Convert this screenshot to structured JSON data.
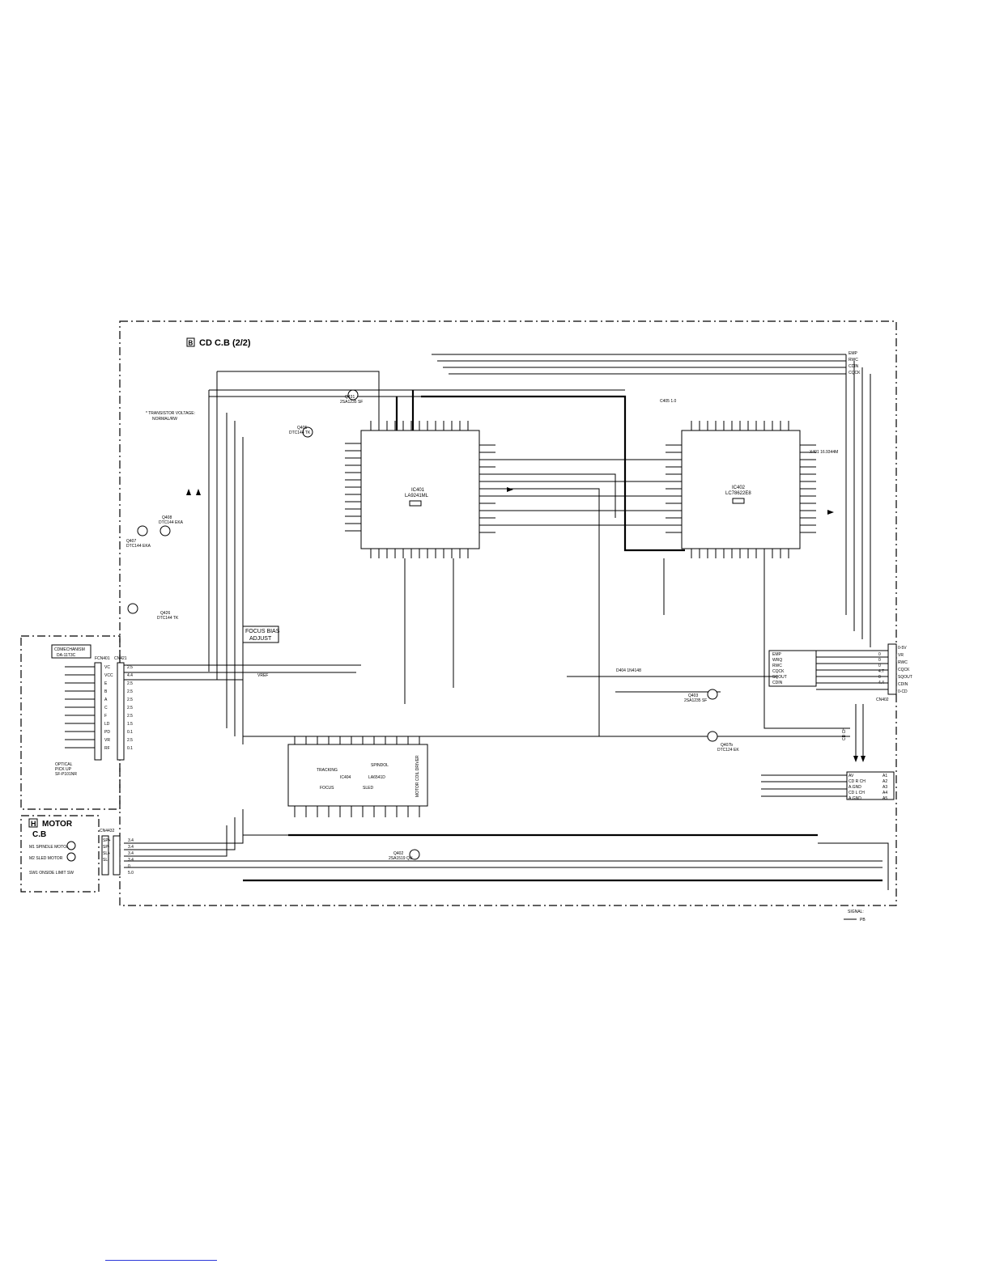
{
  "board": {
    "letter": "B",
    "title": "CD C.B  (2/2)"
  },
  "note": {
    "line1": "* TRANSISTOR VOLTAGE:",
    "line2": "NORMAL/RW"
  },
  "focus_box": {
    "line1": "FOCUS BIAS",
    "line2": "ADJUST"
  },
  "ic401": {
    "ref": "IC401",
    "part": "LA9241ML"
  },
  "ic402": {
    "ref": "IC402",
    "part": "LC78622E8"
  },
  "ic404": {
    "ref": "IC404",
    "part": "LA6541D",
    "labels": [
      "TRACKING",
      "FOCUS",
      "SLED",
      "SPINDOL",
      "MOTOR COIL DRIVER"
    ]
  },
  "transistors": [
    {
      "ref": "Q408",
      "part": "DTC144 EKA"
    },
    {
      "ref": "Q407",
      "part": "DTC144 EKA"
    },
    {
      "ref": "Q426",
      "part": "DTC144 TK"
    },
    {
      "ref": "Q405",
      "part": "DTC144 TK"
    },
    {
      "ref": "Q431",
      "part": "2SA1235 SF"
    },
    {
      "ref": "Q403",
      "part": "2SA1235 SF"
    },
    {
      "ref": "Q402",
      "part": "2SA1519 QU"
    },
    {
      "ref": "Q407b",
      "part": "DTC124 EK"
    }
  ],
  "left_block": {
    "title1": "CDMECHANISM",
    "title2": "DA-11T3C",
    "pickup1": "OPTICAL",
    "pickup2": "PICK UP",
    "pickup3": "SF-P101NR",
    "conn1": "FCN401",
    "conn2": "CN421",
    "pins": [
      "VC",
      "VCC",
      "E",
      "B",
      "A",
      "C",
      "F",
      "LD",
      "PD",
      "VR",
      "RF"
    ],
    "volts": [
      "2.5",
      "4.4",
      "2.5",
      "2.5",
      "2.5",
      "2.5",
      "2.5",
      "1.5",
      "0.1",
      "2.5",
      "0.1"
    ]
  },
  "motor_block": {
    "letter": "H",
    "title": "MOTOR",
    "sub": "C.B",
    "conn": "CN4432",
    "m1": "M1 SPINDLE MOTOR",
    "m2": "M2 SLED MOTOR",
    "sw": "SW1 ONSIDE LIMIT SW",
    "pins": [
      "SP+",
      "SP-",
      "SL+",
      "SL-"
    ],
    "volts": [
      "3.4",
      "3.4",
      "3.4",
      "3.4",
      "0",
      "5.0"
    ]
  },
  "right_conn": {
    "ref": "CN402",
    "names": [
      "EMP",
      "WRQ",
      "RWC",
      "CQCK",
      "SQOUT",
      "CDIN"
    ],
    "volts": [
      "0",
      "0",
      "0",
      "4.7",
      "0",
      "4.4"
    ],
    "labels": [
      "0-5V",
      "VR",
      "RWC",
      "CQCK",
      "SQOUT",
      "CDIN",
      "0-CD"
    ]
  },
  "audio_conn": {
    "labels": [
      "AV",
      "CD R CH",
      "A.GND",
      "CD L CH",
      "A.GND"
    ],
    "pins": [
      "A1",
      "A2",
      "A3",
      "A4",
      "A5"
    ]
  },
  "top_signals": [
    "EMP",
    "RWC",
    "CDIN",
    "CQCK"
  ],
  "signal_legend": {
    "label": "SIGNAL:",
    "sub": "PB"
  },
  "misc_labels": {
    "cd_ch": "CD CH",
    "d404": "D404 1N4148",
    "c405": "C405 1.0",
    "x401": "X401 16.9344M",
    "vref": "VREF"
  }
}
